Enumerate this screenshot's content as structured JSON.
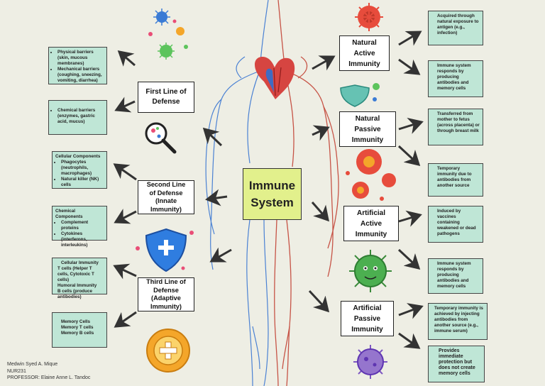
{
  "center": {
    "title": "Immune\nSystem"
  },
  "left_boxes": [
    {
      "label": "First Line of\nDefense"
    },
    {
      "label": "Second Line\nof Defense\n(Innate\nImmunity)"
    },
    {
      "label": "Third Line of\nDefense\n(Adaptive\nImmunity)"
    }
  ],
  "left_notes": {
    "first_a": [
      "Physical barriers (skin, mucous membranes)",
      "Mechanical barriers (coughing, sneezing, vomiting, diarrhea)"
    ],
    "first_b": [
      "Chemical barriers (enzymes, gastric acid, mucus)"
    ],
    "second_a": {
      "heading": "Cellular Components",
      "items": [
        "Phagocytes (neutrophils, macrophages)",
        "Natural killer (NK) cells"
      ]
    },
    "second_b": {
      "heading": "Chemical Components",
      "items": [
        "Complement proteins",
        "Cytokines (interferons, interleukins)"
      ]
    },
    "third_a": {
      "heading": "Cellular Immunity",
      "items": [
        "T cells (Helper T cells, Cytotoxic T cells)",
        "Humoral Immunity",
        "B cells (produce antibodies)"
      ]
    },
    "third_b": {
      "heading": "Memory Cells",
      "items": [
        "Memory T cells",
        "Memory B cells"
      ]
    }
  },
  "right_boxes": [
    {
      "label": "Natural\nActive\nImmunity"
    },
    {
      "label": "Natural\nPassive\nImmunity"
    },
    {
      "label": "Artificial\nActive\nImmunity"
    },
    {
      "label": "Artificial\nPassive\nImmunity"
    }
  ],
  "right_notes": [
    "Acquired through natural exposure to antigen (e.g., infection)",
    "Immune system responds by producing antibodies and memory cells",
    "Transferred from mother to fetus (across placenta) or through breast milk",
    "Temporary immunity due to antibodies from another source",
    "Induced by vaccines containing weakened or dead pathogens",
    "Immune system responds by producing antibodies and memory cells",
    "Temporary immunity is achieved by injecting antibodies from another source (e.g., immune serum)",
    "Provides immediate protection but does not create memory cells"
  ],
  "credits": {
    "name": "Medwin Syed A. Mique",
    "course": "NUR231",
    "professor": "PROFESSOR: Elaine Anne L. Tandoc"
  },
  "colors": {
    "background": "#eeeee4",
    "note_fill": "#bfe6d6",
    "center_fill": "#e2f08c",
    "artery": "#c0392b",
    "vein": "#2e6fd1",
    "shield_blue": "#2f7de0",
    "badge_orange": "#f4a62a"
  },
  "icons": [
    "germs-icon",
    "virus-icon",
    "shield-icon",
    "magnifier-icon",
    "shield-plus-icon",
    "virus-cluster-icon",
    "green-virus-icon",
    "purple-virus-icon",
    "gear-plus-icon",
    "body-circulation-icon"
  ]
}
